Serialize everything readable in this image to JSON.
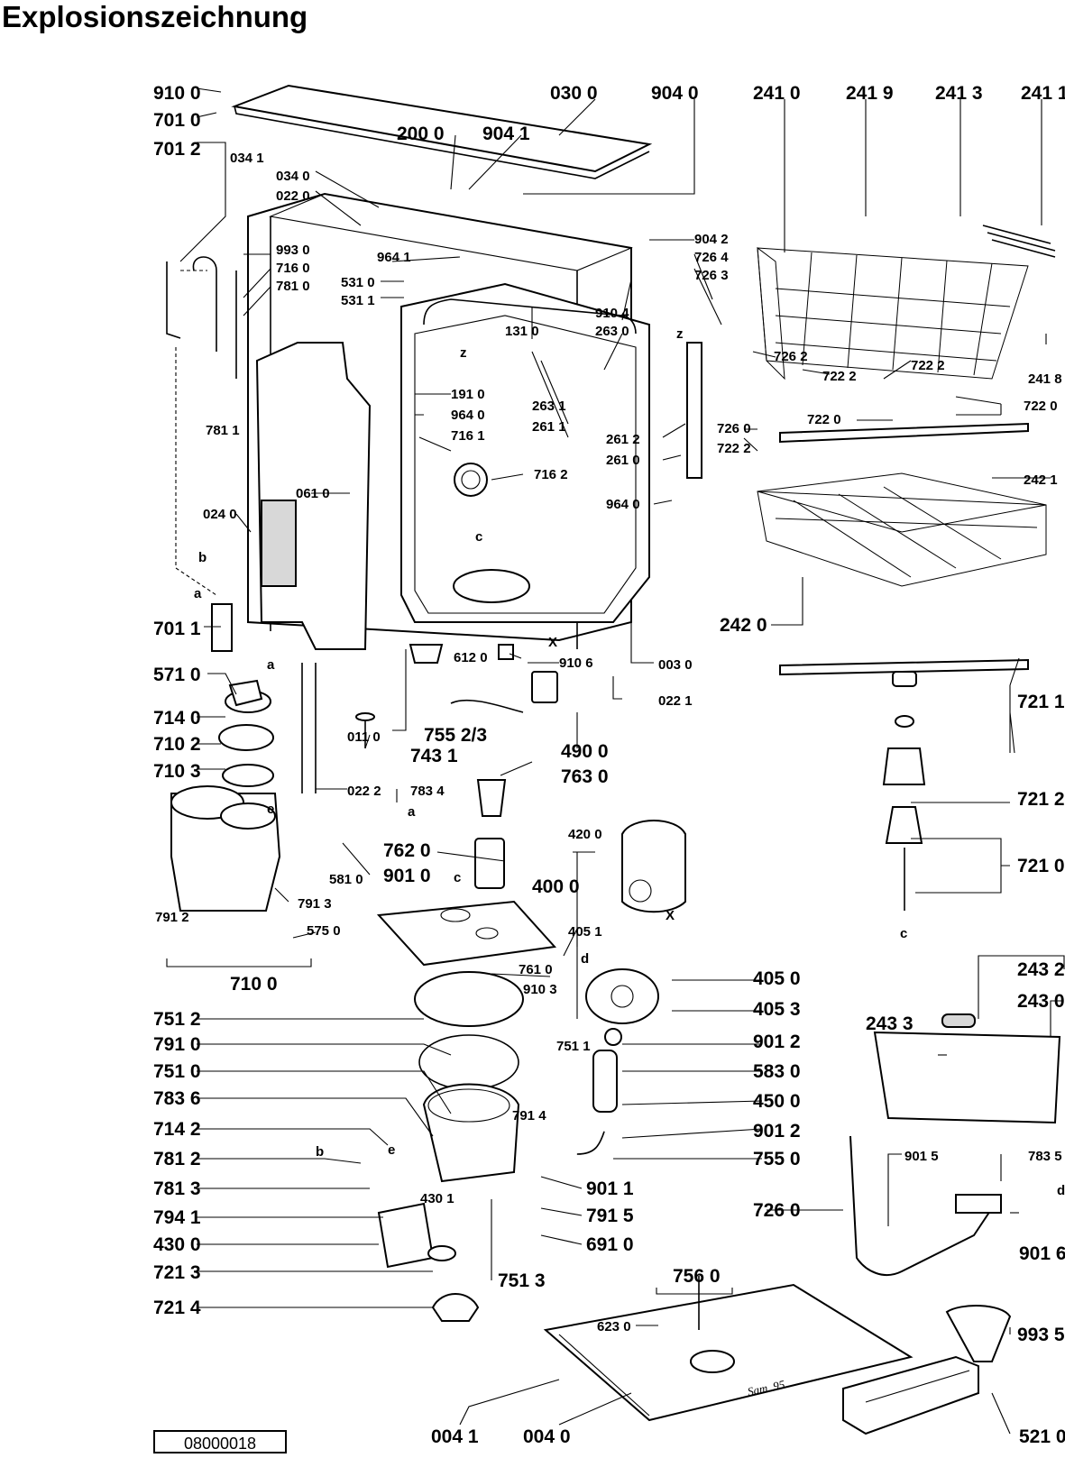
{
  "title": "Explosionszeichnung",
  "document_number": "08000018",
  "signature": "Sam. 95",
  "labels": {
    "l_910_0": "910 0",
    "l_701_0": "701 0",
    "l_034_1": "034 1",
    "l_701_2": "701 2",
    "l_030_0": "030 0",
    "l_904_0": "904 0",
    "l_200_0": "200 0",
    "l_904_1": "904 1",
    "l_034_0": "034 0",
    "l_022_0": "022 0",
    "l_241_0": "241 0",
    "l_241_9": "241 9",
    "l_241_3": "241 3",
    "l_241_1": "241 1",
    "l_964_1": "964 1",
    "l_993_0": "993 0",
    "l_716_0": "716 0",
    "l_781_0": "781 0",
    "l_904_2": "904 2",
    "l_726_4": "726 4",
    "l_726_3": "726 3",
    "l_531_0": "531 0",
    "l_531_1": "531 1",
    "l_910_4": "910 4",
    "l_263_0": "263 0",
    "l_131_0": "131 0",
    "l_726_2": "726 2",
    "l_722_2a": "722 2",
    "l_241_8": "241 8",
    "l_722_2b": "722 2",
    "l_722_0": "722 0",
    "l_722_0b": "722 0",
    "l_781_1": "781 1",
    "l_191_0": "191 0",
    "l_964_0a": "964 0",
    "l_716_1": "716 1",
    "l_263_1": "263 1",
    "l_261_1": "261 1",
    "l_261_2": "261 2",
    "l_261_0": "261 0",
    "l_726_0a": "726 0",
    "l_722_2c": "722 2",
    "l_242_1": "242 1",
    "l_716_2": "716 2",
    "l_061_0": "061 0",
    "l_964_0b": "964 0",
    "l_024_0": "024 0",
    "l_242_0": "242 0",
    "l_701_1": "701 1",
    "l_003_0": "003 0",
    "l_612_0": "612 0",
    "l_910_6": "910 6",
    "l_571_0": "571 0",
    "l_022_1": "022 1",
    "l_721_1": "721 1",
    "l_714_0": "714 0",
    "l_755_23": "755 2/3",
    "l_011_0": "011 0",
    "l_743_1": "743 1",
    "l_490_0": "490 0",
    "l_710_2": "710 2",
    "l_710_3": "710 3",
    "l_763_0": "763 0",
    "l_022_2": "022 2",
    "l_783_4": "783 4",
    "l_721_2": "721 2",
    "l_420_0": "420 0",
    "l_762_0": "762 0",
    "l_901_0": "901 0",
    "l_581_0": "581 0",
    "l_400_0": "400 0",
    "l_721_0": "721 0",
    "l_791_2": "791 2",
    "l_791_3": "791 3",
    "l_575_0": "575 0",
    "l_405_1": "405 1",
    "l_761_0": "761 0",
    "l_910_3": "910 3",
    "l_710_0": "710 0",
    "l_405_0": "405 0",
    "l_243_2": "243 2",
    "l_243_0": "243 0",
    "l_243_3": "243 3",
    "l_751_2": "751 2",
    "l_405_3": "405 3",
    "l_791_0": "791 0",
    "l_901_2a": "901 2",
    "l_751_1": "751 1",
    "l_751_0": "751 0",
    "l_583_0": "583 0",
    "l_783_6": "783 6",
    "l_450_0": "450 0",
    "l_791_4": "791 4",
    "l_714_2": "714 2",
    "l_901_2b": "901 2",
    "l_781_2": "781 2",
    "l_755_0": "755 0",
    "l_901_5": "901 5",
    "l_783_5": "783 5",
    "l_781_3": "781 3",
    "l_901_1": "901 1",
    "l_794_1": "794 1",
    "l_430_1": "430 1",
    "l_791_5": "791 5",
    "l_726_0b": "726 0",
    "l_430_0": "430 0",
    "l_691_0": "691 0",
    "l_901_6": "901 6",
    "l_721_3": "721 3",
    "l_751_3": "751 3",
    "l_756_0": "756 0",
    "l_721_4": "721 4",
    "l_623_0": "623 0",
    "l_993_5": "993 5",
    "l_004_1": "004 1",
    "l_004_0": "004 0",
    "l_521_0": "521 0"
  },
  "markers": {
    "a1": "a",
    "b1": "b",
    "a2": "a",
    "z1": "z",
    "z2": "z",
    "c1": "c",
    "x1": "X",
    "a3": "a",
    "e1": "e",
    "c2": "c",
    "c3": "c",
    "d1": "d",
    "x2": "X",
    "b2": "b",
    "e2": "e",
    "d2": "d"
  }
}
